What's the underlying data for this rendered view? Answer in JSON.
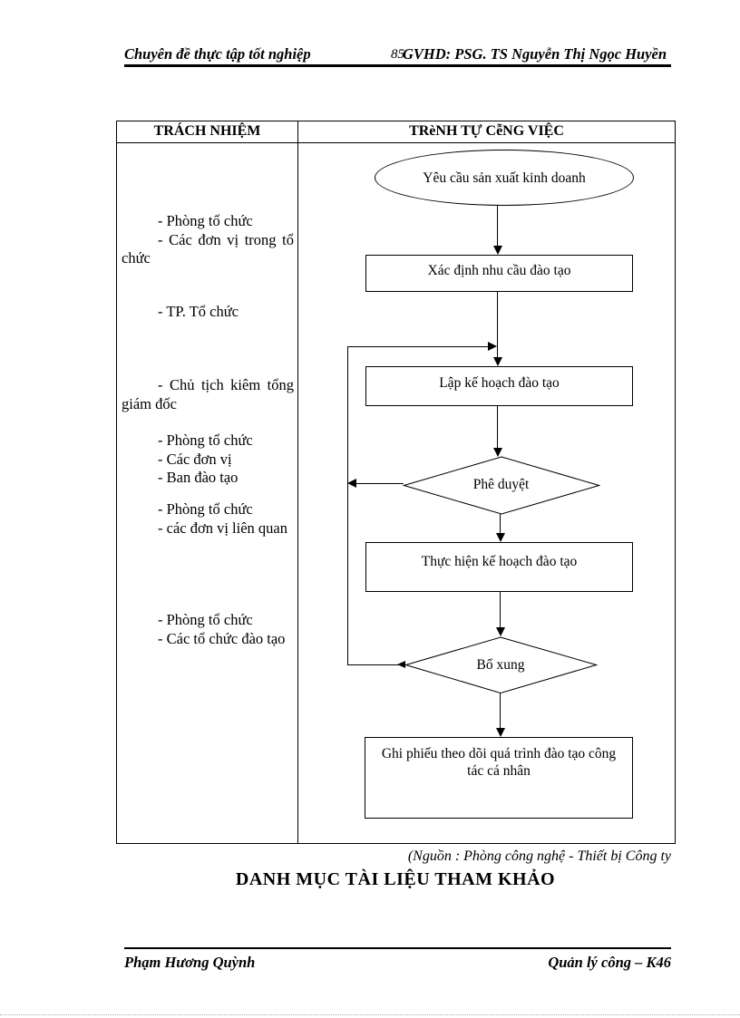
{
  "header": {
    "course": "Chuyên đề thực tập tốt nghiệp",
    "page_number": "85",
    "supervisor": "GVHD: PSG. TS Nguyễn Thị Ngọc Huyền"
  },
  "table": {
    "columns": {
      "responsibility": "TRÁCH  NHIỆM",
      "sequence": "TRèNH TỰ CễNG VIỆC"
    },
    "responsibility_groups": [
      [
        "- Phòng tổ chức",
        "- Các đơn vị trong tổ chức"
      ],
      [
        "- TP. Tổ chức"
      ],
      [
        "- Chủ tịch kiêm tổng giám đốc"
      ],
      [
        "- Phòng tổ chức",
        "- Các đơn vị",
        "- Ban đào tạo"
      ],
      [
        "- Phòng tổ chức",
        "- các đơn vị liên quan"
      ],
      [
        "- Phòng tổ chức",
        "- Các tổ chức đào tạo"
      ]
    ]
  },
  "flowchart": {
    "start": "Yêu cầu sản xuất kinh doanh",
    "step_define_needs": "Xác định nhu cầu đào tạo",
    "step_plan": "Lập kế hoạch đào tạo",
    "decision_approve": "Phê duyệt",
    "step_implement": "Thực hiện kế hoạch đào tạo",
    "decision_supplement": "Bổ xung",
    "step_record": "Ghi phiếu theo dõi quá trình đào tạo công tác cá nhân"
  },
  "source_note": "(Nguồn : Phòng công nghệ - Thiết bị Công ty",
  "section_heading": "DANH MỤC TÀI LIỆU THAM KHẢO",
  "footer": {
    "author": "Phạm Hương Quỳnh",
    "class": "Quản lý công – K46"
  },
  "colors": {
    "ink": "#000000",
    "paper": "#ffffff"
  }
}
